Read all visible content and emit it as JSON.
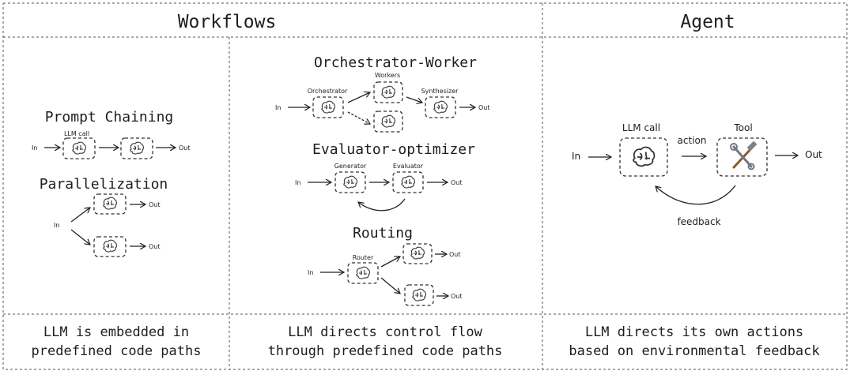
{
  "headers": {
    "workflows": "Workflows",
    "agent": "Agent"
  },
  "captions": {
    "left_line1": "LLM is embedded in",
    "left_line2": "predefined code paths",
    "middle_line1": "LLM directs control flow",
    "middle_line2": "through predefined code paths",
    "right_line1": "LLM directs its own actions",
    "right_line2": "based on environmental feedback"
  },
  "prompt_chaining": {
    "title": "Prompt Chaining",
    "llm_label": "LLM call",
    "input": "In",
    "output": "Out"
  },
  "parallelization": {
    "title": "Parallelization",
    "input": "In",
    "output_top": "Out",
    "output_bottom": "Out"
  },
  "orchestrator_worker": {
    "title": "Orchestrator-Worker",
    "input": "In",
    "orchestrator": "Orchestrator",
    "workers": "Workers",
    "synthesizer": "Synthesizer",
    "output": "Out"
  },
  "evaluator_optimizer": {
    "title": "Evaluator-optimizer",
    "input": "In",
    "generator": "Generator",
    "evaluator": "Evaluator",
    "output": "Out"
  },
  "routing": {
    "title": "Routing",
    "input": "In",
    "router": "Router",
    "output_top": "Out",
    "output_bottom": "Out"
  },
  "agent": {
    "input": "In",
    "llm_label": "LLM call",
    "action": "action",
    "tool_label": "Tool",
    "tool_icon": "hammer-and-wrench",
    "output": "Out",
    "feedback": "feedback"
  }
}
